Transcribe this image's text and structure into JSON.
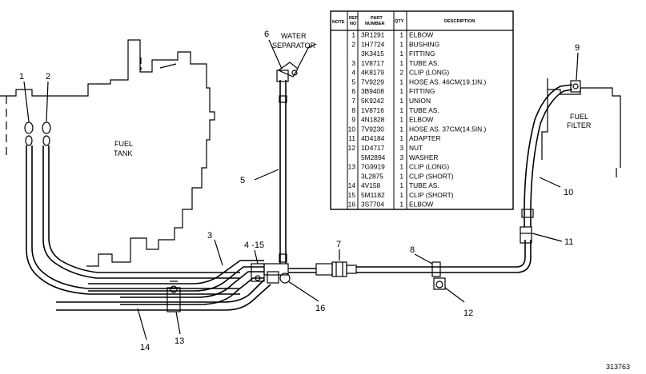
{
  "labels": {
    "water_separator_line1": "WATER",
    "water_separator_line2": "SEPARATOR",
    "fuel_tank_line1": "FUEL",
    "fuel_tank_line2": "TANK",
    "fuel_filter_line1": "FUEL",
    "fuel_filter_line2": "FILTER",
    "figure_number": "313763"
  },
  "callouts": {
    "c1": "1",
    "c2": "2",
    "c3": "3",
    "c4": "4 -15",
    "c5": "5",
    "c6": "6",
    "c7": "7",
    "c8": "8",
    "c9": "9",
    "c10": "10",
    "c11": "11",
    "c12": "12",
    "c13": "13",
    "c14": "14",
    "c16": "16"
  },
  "parts_table": {
    "headers": {
      "note": "NOTE",
      "ref_line1": "REF",
      "ref_line2": "NO",
      "part_line1": "PART",
      "part_line2": "NUMBER",
      "qty": "QTY",
      "description": "DESCRIPTION"
    },
    "rows": [
      {
        "ref": "1",
        "part": "3R1291",
        "qty": "1",
        "desc": "ELBOW"
      },
      {
        "ref": "2",
        "part": "1H7724",
        "qty": "1",
        "desc": "BUSHING"
      },
      {
        "ref": "",
        "part": "3K3415",
        "qty": "1",
        "desc": "FITTING"
      },
      {
        "ref": "3",
        "part": "1V8717",
        "qty": "1",
        "desc": "TUBE AS."
      },
      {
        "ref": "4",
        "part": "4K8179",
        "qty": "2",
        "desc": "CLIP (LONG)"
      },
      {
        "ref": "5",
        "part": "7V9229",
        "qty": "1",
        "desc": "HOSE AS. 46CM(19.1IN.)"
      },
      {
        "ref": "6",
        "part": "3B9408",
        "qty": "1",
        "desc": "FITTING"
      },
      {
        "ref": "7",
        "part": "5K9242",
        "qty": "1",
        "desc": "UNION"
      },
      {
        "ref": "8",
        "part": "1V8716",
        "qty": "1",
        "desc": "TUBE AS."
      },
      {
        "ref": "9",
        "part": "4N1828",
        "qty": "1",
        "desc": "ELBOW"
      },
      {
        "ref": "10",
        "part": "7V9230",
        "qty": "1",
        "desc": "HOSE AS. 37CM(14.5IN.)"
      },
      {
        "ref": "11",
        "part": "4D4184",
        "qty": "1",
        "desc": "ADAPTER"
      },
      {
        "ref": "12",
        "part": "1D4717",
        "qty": "3",
        "desc": "NUT"
      },
      {
        "ref": "",
        "part": "5M2894",
        "qty": "3",
        "desc": "WASHER"
      },
      {
        "ref": "13",
        "part": "7G9919",
        "qty": "1",
        "desc": "CLIP (LONG)"
      },
      {
        "ref": "",
        "part": "3L2875",
        "qty": "1",
        "desc": "CLIP (SHORT)"
      },
      {
        "ref": "14",
        "part": "4V158",
        "qty": "1",
        "desc": "TUBE AS."
      },
      {
        "ref": "15",
        "part": "5M1182",
        "qty": "1",
        "desc": "CLIP (SHORT)"
      },
      {
        "ref": "16",
        "part": "3S7704",
        "qty": "1",
        "desc": "ELBOW"
      }
    ]
  }
}
